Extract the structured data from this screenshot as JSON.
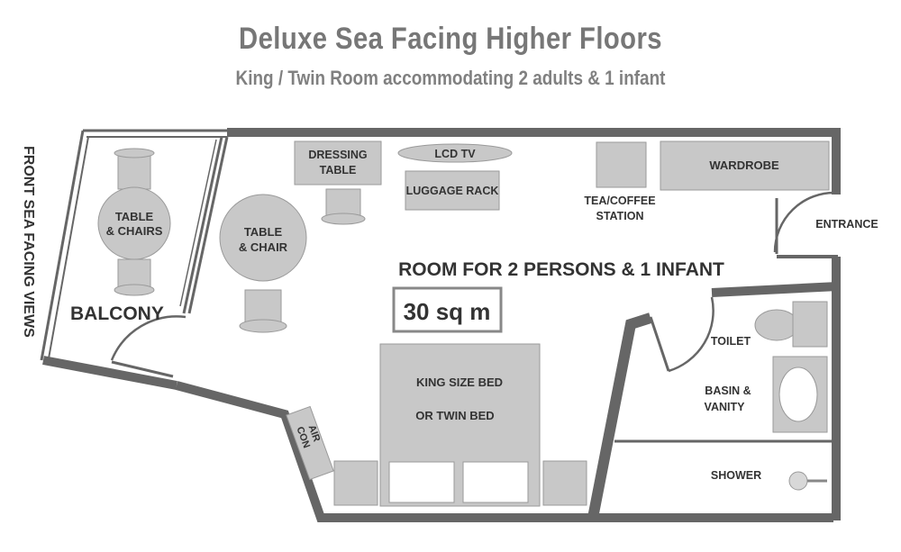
{
  "title": "Deluxe Sea Facing Higher Floors",
  "subtitle": "King / Twin Room accommodating 2 adults & 1 infant",
  "side_label": "FRONT SEA FACING VIEWS",
  "labels": {
    "balcony": "BALCONY",
    "balcony_table_1": "TABLE",
    "balcony_table_2": "& CHAIRS",
    "room_table_1": "TABLE",
    "room_table_2": "& CHAIR",
    "dressing_1": "DRESSING",
    "dressing_2": "TABLE",
    "lcd_tv": "LCD TV",
    "luggage_rack": "LUGGAGE RACK",
    "tea_1": "TEA/COFFEE",
    "tea_2": "STATION",
    "wardrobe": "WARDROBE",
    "entrance": "ENTRANCE",
    "room_for": "ROOM FOR 2 PERSONS & 1 INFANT",
    "area": "30 sq m",
    "bed_1": "KING SIZE BED",
    "bed_2": "OR TWIN BED",
    "air_con_1": "AIR",
    "air_con_2": "CON",
    "toilet": "TOILET",
    "basin_1": "BASIN &",
    "basin_2": "VANITY",
    "shower": "SHOWER"
  },
  "colors": {
    "wall": "#666666",
    "furniture": "#c8c8c8",
    "furniture_stroke": "#9a9a9a",
    "text": "#333333",
    "heading": "#777777"
  }
}
